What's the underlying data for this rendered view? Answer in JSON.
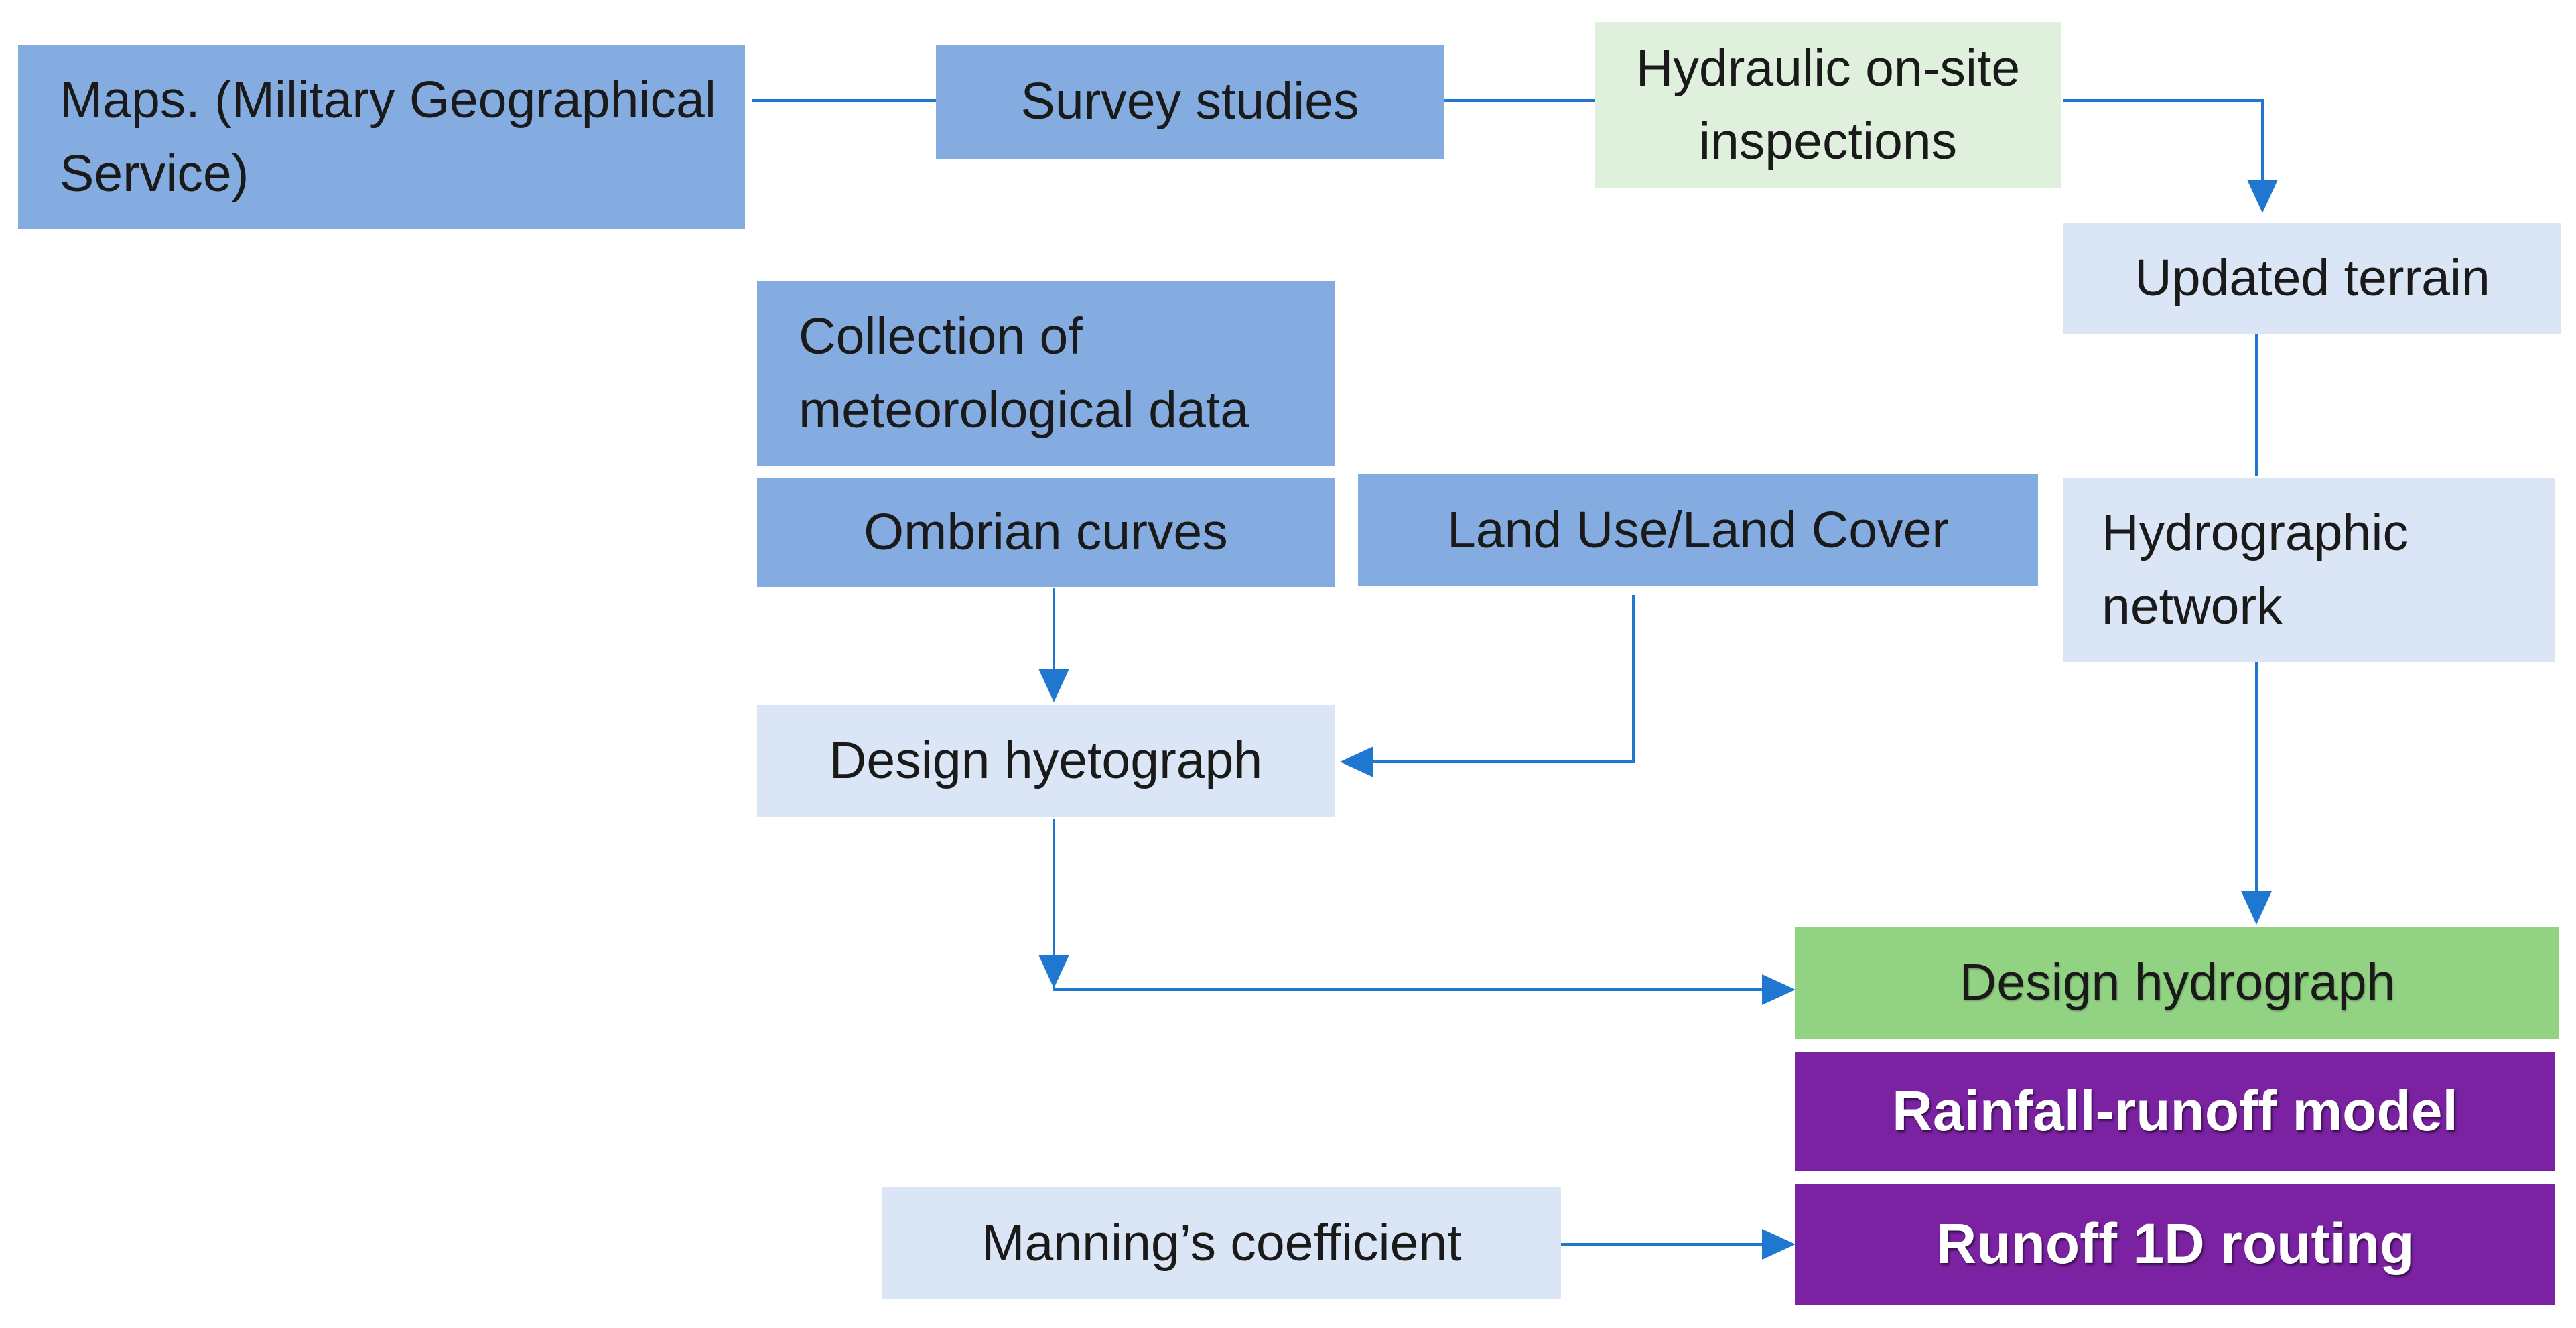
{
  "diagram": {
    "nodes": {
      "maps": "Maps. (Military Geographical Service)",
      "survey": "Survey studies",
      "hydraulic": "Hydraulic on-site inspections",
      "updated_terrain": "Updated terrain",
      "collection": "Collection of meteorological data",
      "ombrian": "Ombrian curves",
      "landuse": "Land Use/Land Cover",
      "hydrographic": "Hydrographic network",
      "hyetograph": "Design hyetograph",
      "hydrograph": "Design hydrograph",
      "rainfall": "Rainfall-runoff model",
      "manning": "Manning’s coefficient",
      "routing": "Runoff 1D routing"
    },
    "colors": {
      "dark_blue": "#84ace0",
      "light_blue": "#dae5f5",
      "mint": "#dff1dd",
      "green": "#92d383",
      "purple": "#7a22a2",
      "connector": "#1f77d0"
    },
    "edges": [
      {
        "from": "maps",
        "to": "survey",
        "arrow": false
      },
      {
        "from": "survey",
        "to": "hydraulic",
        "arrow": false
      },
      {
        "from": "hydraulic",
        "to": "updated_terrain",
        "arrow": true
      },
      {
        "from": "updated_terrain",
        "to": "hydrographic",
        "arrow": false
      },
      {
        "from": "hydrographic",
        "to": "hydrograph",
        "arrow": true
      },
      {
        "from": "ombrian",
        "to": "hyetograph",
        "arrow": true
      },
      {
        "from": "landuse",
        "to": "hyetograph",
        "arrow": true
      },
      {
        "from": "hyetograph",
        "to": "hydrograph",
        "arrow": true
      },
      {
        "from": "manning",
        "to": "routing",
        "arrow": true
      }
    ]
  }
}
